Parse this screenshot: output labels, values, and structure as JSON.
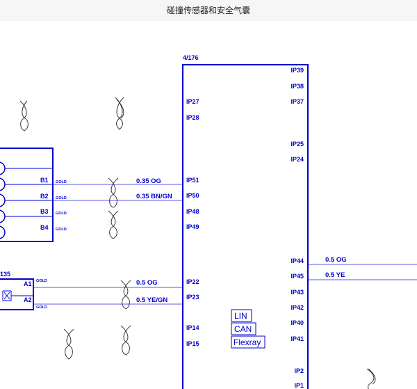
{
  "header": {
    "title": "碰撞传感器和安全气囊"
  },
  "module": {
    "label": "4/176",
    "left_pins": [
      "IP27",
      "IP28",
      "IP51",
      "IP50",
      "IP48",
      "IP49",
      "IP22",
      "IP23",
      "IP14",
      "IP15"
    ],
    "right_pins": [
      "IP39",
      "IP38",
      "IP37",
      "IP25",
      "IP24",
      "IP44",
      "IP45",
      "IP43",
      "IP42",
      "IP40",
      "IP41",
      "IP2",
      "IP1"
    ],
    "bus_labels": [
      "LIN",
      "CAN",
      "Flexray"
    ]
  },
  "sensor": {
    "pins": [
      "B1",
      "B2",
      "B3",
      "B4"
    ],
    "gold_label": "GOLD"
  },
  "airbag": {
    "label": "135",
    "pins": [
      "A1",
      "A2"
    ],
    "gold_label": "GOLD"
  },
  "wires": {
    "ip51": "0.35 OG",
    "ip50": "0.35 BN/GN",
    "ip22": "0.5 OG",
    "ip23": "0.5 YE/GN",
    "ip44": "0.5 OG",
    "ip45": "0.5 YE"
  },
  "colors": {
    "line": "#0000cc",
    "wire": "#5a5ae6",
    "twist": "#333333"
  }
}
